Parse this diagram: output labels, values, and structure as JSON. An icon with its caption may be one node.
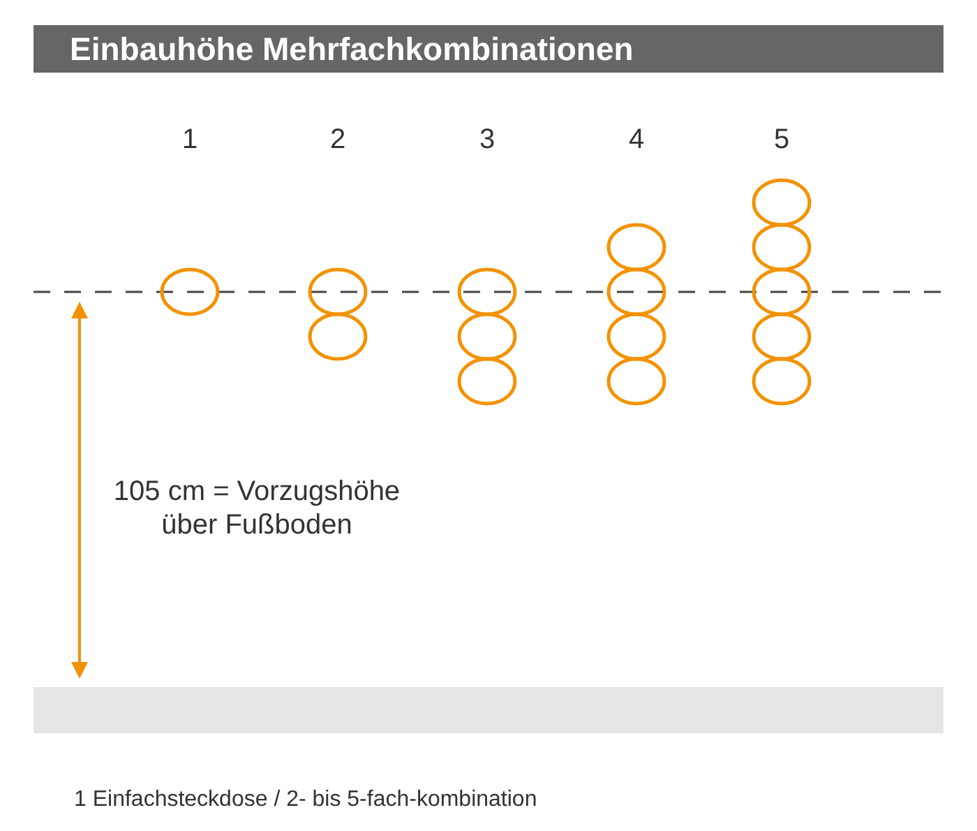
{
  "diagram": {
    "title": "Einbauhöhe Mehrfachkombinationen",
    "nodes": [
      {
        "text": [],
        "shape": "bar"
      }
    ],
    "labels": [
      "1",
      "2",
      "3",
      "4",
      "5",
      "105 cm = Vorzugshöhe über Fußboden",
      "1 Einfachsteckdose / 2- bis 5-fach-kombination"
    ]
  }
}
